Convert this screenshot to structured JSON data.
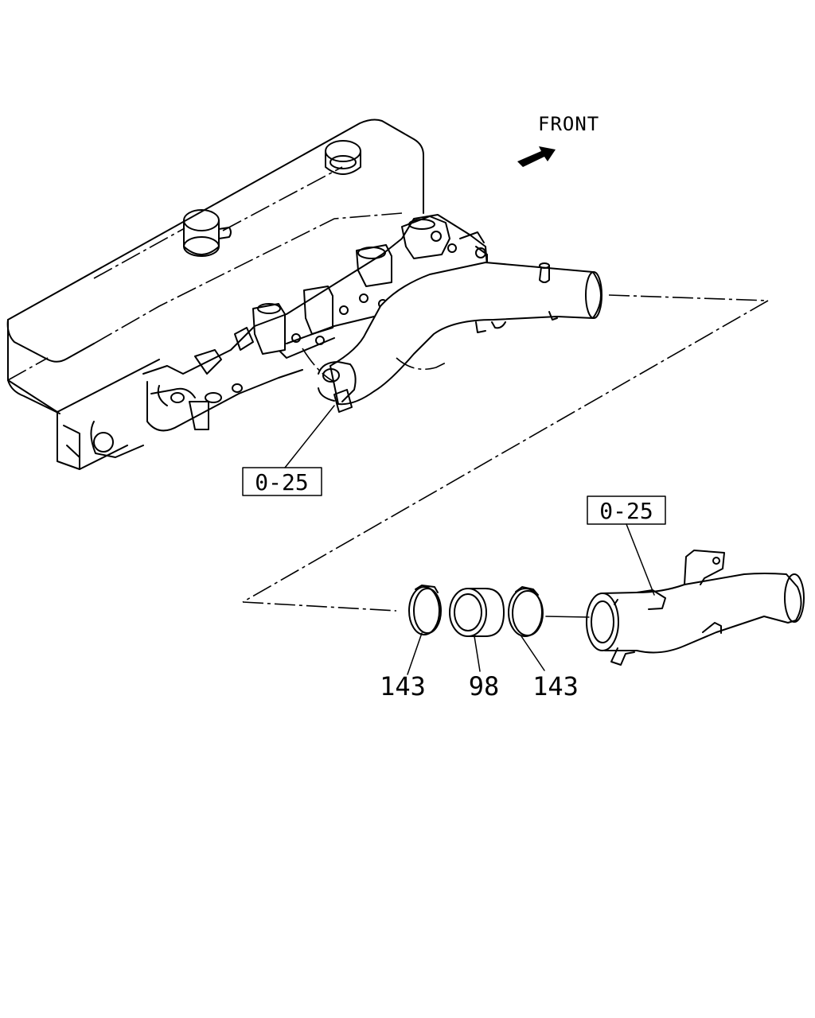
{
  "direction": {
    "label": "FRONT",
    "icon": "arrow-icon"
  },
  "callouts": [
    {
      "id": "upper-ref",
      "text": "0-25",
      "boxed": true
    },
    {
      "id": "lower-ref",
      "text": "0-25",
      "boxed": true
    },
    {
      "id": "clamp-left",
      "text": "143",
      "boxed": false
    },
    {
      "id": "hose",
      "text": "98",
      "boxed": false
    },
    {
      "id": "clamp-right",
      "text": "143",
      "boxed": false
    }
  ]
}
